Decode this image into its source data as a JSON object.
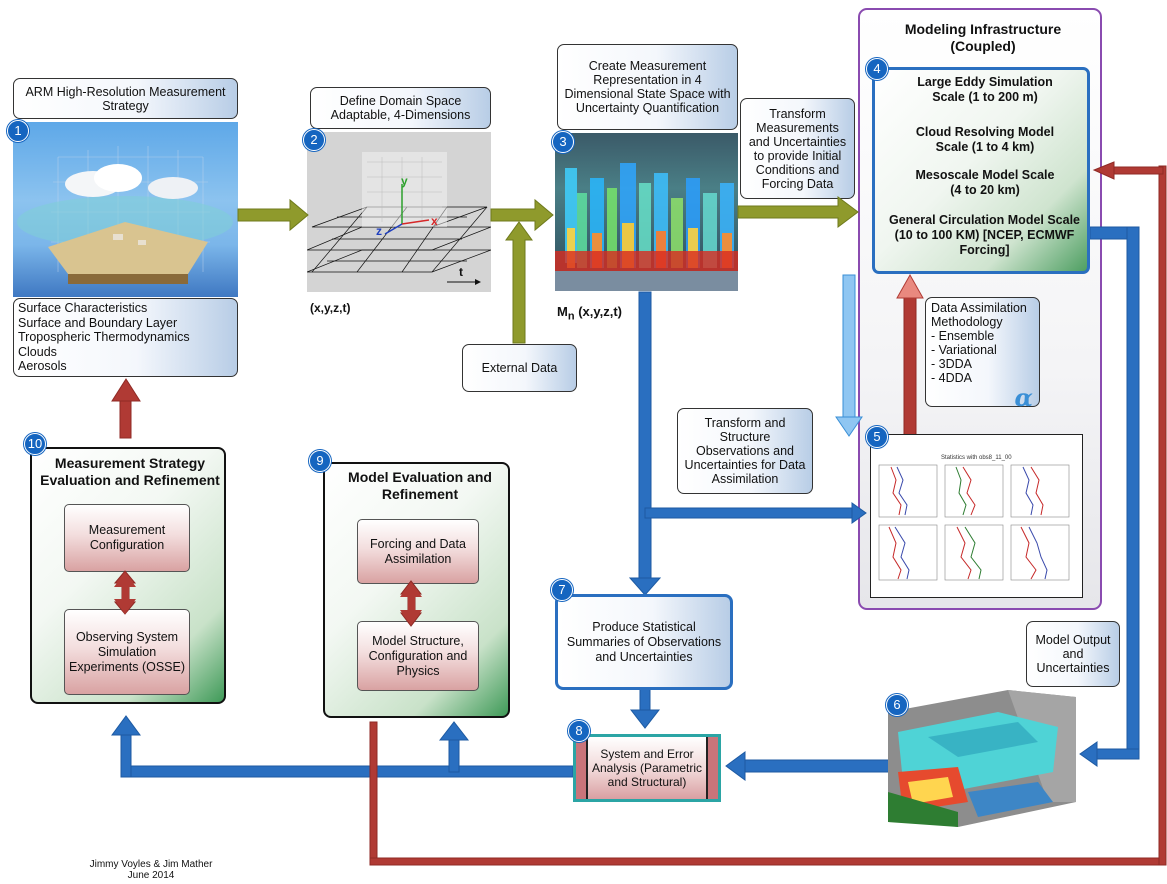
{
  "steps": {
    "s1": {
      "num": "1",
      "title": "ARM High-Resolution Measurement Strategy",
      "list": [
        "Surface Characteristics",
        "Surface and Boundary Layer",
        "Tropospheric Thermodynamics",
        "Clouds",
        "Aerosols"
      ]
    },
    "s2": {
      "num": "2",
      "title": "Define Domain Space Adaptable, 4-Dimensions",
      "caption": "(x,y,z,t)",
      "axis_t": "t",
      "axis_x": "x",
      "axis_y": "y",
      "axis_z": "z"
    },
    "s3": {
      "num": "3",
      "title": "Create Measurement Representation in 4 Dimensional State Space with Uncertainty Quantification",
      "caption_m": "M",
      "caption_sub": "n",
      "caption_rest": " (x,y,z,t)"
    },
    "s4": {
      "num": "4",
      "infra_title": "Modeling Infrastructure (Coupled)",
      "models": [
        "Large Eddy Simulation Scale (1 to 200 m)",
        "Cloud Resolving Model Scale (1 to 4 km)",
        "Mesoscale Model Scale (4 to 20 km)",
        "General Circulation Model Scale  (10 to 100 KM) [NCEP, ECMWF Forcing]"
      ]
    },
    "s5": {
      "num": "5",
      "plot_title": "Statistics with obs8_11_00"
    },
    "s6": {
      "num": "6",
      "label": "Model Output and Uncertainties"
    },
    "s7": {
      "num": "7",
      "label": "Produce Statistical Summaries of Observations and Uncertainties"
    },
    "s8": {
      "num": "8",
      "label": "System and Error Analysis (Parametric and Structural)"
    },
    "s9": {
      "num": "9",
      "title": "Model Evaluation and Refinement",
      "box_a": "Forcing and Data Assimilation",
      "box_b": "Model Structure, Configuration and Physics"
    },
    "s10": {
      "num": "10",
      "title": "Measurement Strategy Evaluation and Refinement",
      "box_a": "Measurement Configuration",
      "box_b": "Observing System Simulation Experiments (OSSE)"
    }
  },
  "notes": {
    "transform_init": "Transform Measurements and Uncertainties to provide Initial Conditions and Forcing Data",
    "transform_da": "Transform and Structure Observations and Uncertainties for Data Assimilation",
    "external_data": "External Data",
    "da_title": "Data Assimilation Methodology",
    "da_items": [
      "- Ensemble",
      "- Variational",
      "- 3DDA",
      "- 4DDA"
    ],
    "alpha": "α"
  },
  "credit": {
    "line1": "Jimmy Voyles & Jim Mather",
    "line2": "June 2014"
  },
  "colors": {
    "blue_arrow": "#2a6fc0",
    "red_arrow": "#b03a34",
    "olive_arrow": "#8f9a2c",
    "purple_border": "#8a4bb0",
    "badge": "#1565c0"
  }
}
